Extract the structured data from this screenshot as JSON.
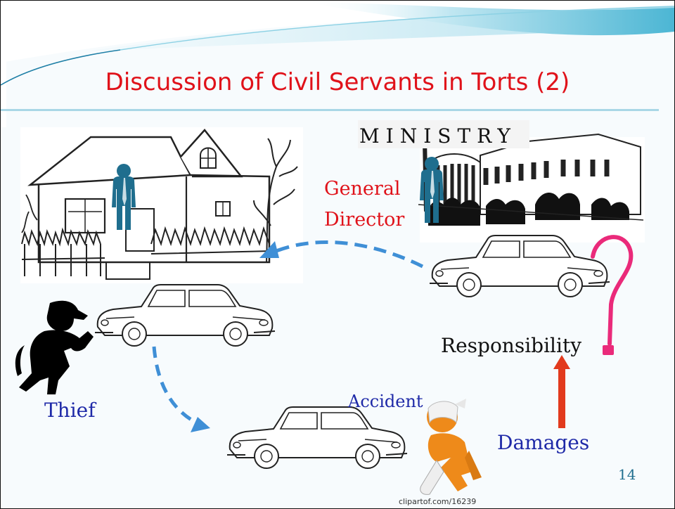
{
  "title": "Discussion of Civil Servants in Torts (2)",
  "ministry_label": "MINISTRY",
  "general_director_line1": "General",
  "general_director_line2": "Director",
  "responsibility_label": "Responsibility",
  "thief_label": "Thief",
  "accident_label": "Accident",
  "damages_label": "Damages",
  "page_number": "14",
  "credit": "clipartof.com/16239",
  "colors": {
    "title": "#e0121a",
    "accent_teal": "#3ab0cf",
    "person_teal": "#1f6e8e",
    "arrow_blue": "#3f8fd6",
    "label_blue": "#1f2aa8",
    "question_pink": "#ea2a7a",
    "arrow_red": "#e23a1d",
    "injured_orange": "#ee8a1a"
  }
}
